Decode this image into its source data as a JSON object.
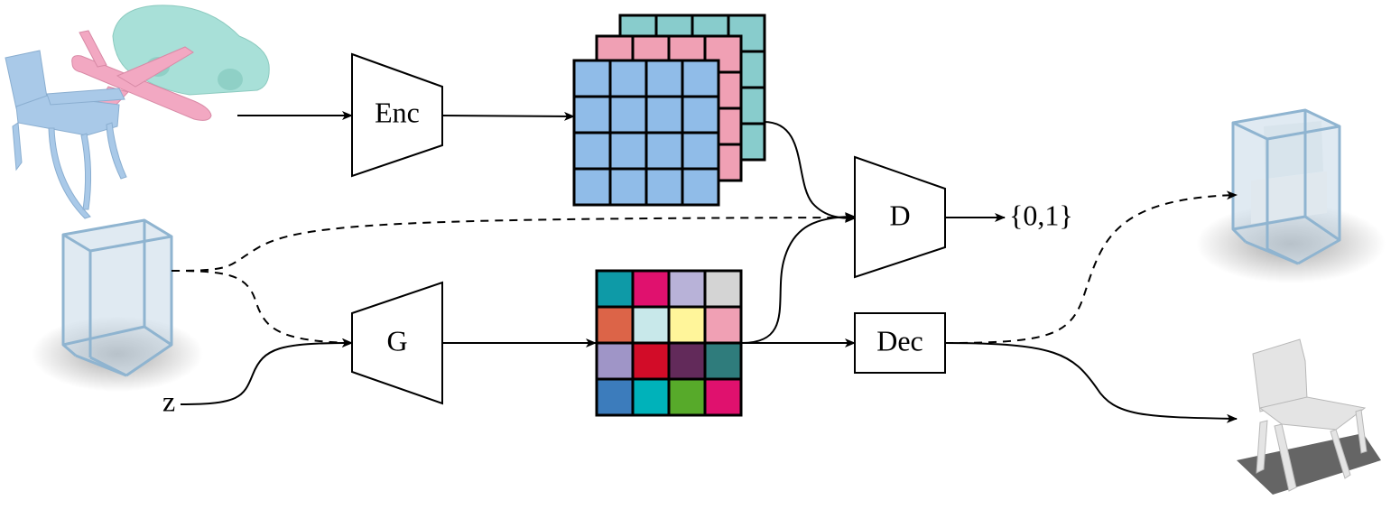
{
  "diagram": {
    "encoder_label": "Enc",
    "generator_label": "G",
    "discriminator_label": "D",
    "decoder_label": "Dec",
    "output_label": "{0,1}",
    "noise_label": "z"
  },
  "latent_grids": {
    "back_color": "#88cccc",
    "middle_color": "#f0a0b4",
    "front_color": "#90bce8"
  },
  "generated_grid_colors": [
    [
      "#0e9aa7",
      "#e0116e",
      "#b8b2d8",
      "#d4d4d4"
    ],
    [
      "#dc6448",
      "#c8e8ea",
      "#fff59a",
      "#f0a0b4"
    ],
    [
      "#9f95c7",
      "#d20c28",
      "#622a5a",
      "#2f7c7c"
    ],
    [
      "#3c7cbc",
      "#00b2ba",
      "#57aa2a",
      "#e0116e"
    ]
  ],
  "colors": {
    "shape_blue": "#a9c9e8",
    "shape_pink": "#f2a8c2",
    "shape_teal": "#a8e0d8",
    "shape_gray": "#e4e4e4",
    "bbox_stroke": "#8fb4d0"
  }
}
